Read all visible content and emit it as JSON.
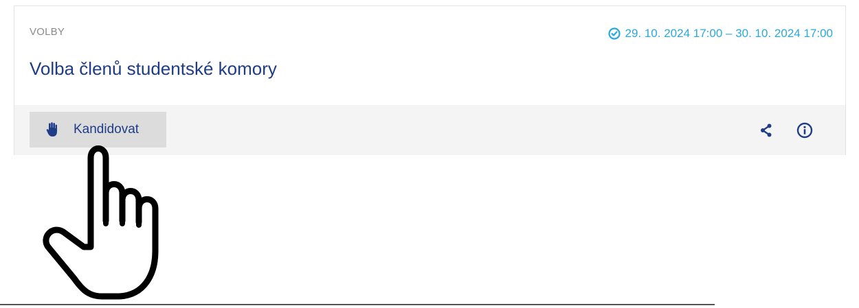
{
  "card": {
    "category": "VOLBY",
    "title": "Volba členů studentské komory",
    "date_range": "29. 10. 2024 17:00 – 30. 10. 2024 17:00"
  },
  "actions": {
    "candidate_label": "Kandidovat"
  },
  "icons": {
    "date": "clock-check-icon",
    "candidate": "raised-hand-icon",
    "share": "share-icon",
    "info": "info-icon",
    "cursor": "pointing-hand-cursor-icon"
  },
  "colors": {
    "title": "#1f3c87",
    "date": "#29a8e0",
    "category": "#8a8a8a",
    "button_bg": "#dcdcdc",
    "footer_bg": "#f4f4f4"
  }
}
